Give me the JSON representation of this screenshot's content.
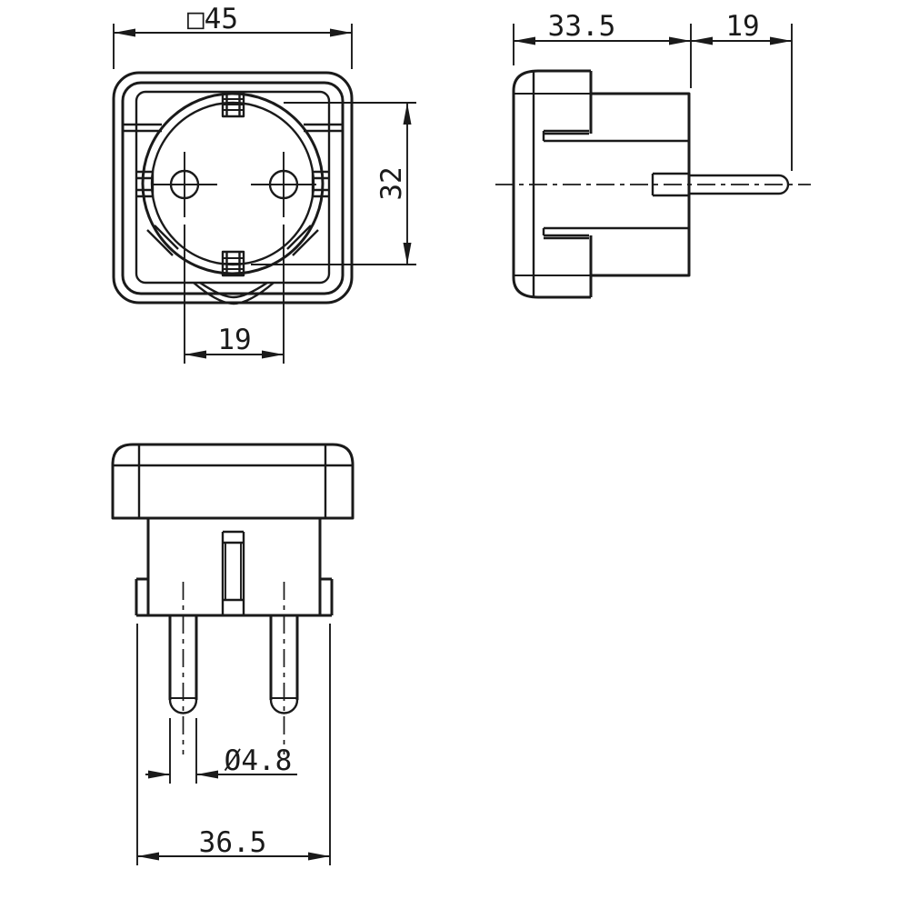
{
  "drawing": {
    "background_color": "#ffffff",
    "line_color": "#1a1a1a",
    "dimensions": {
      "front_width": "□45",
      "front_recess_height": "32",
      "front_pin_spacing": "19",
      "side_body_depth": "33.5",
      "side_pin_length": "19",
      "pin_diameter": "Ø4.8",
      "bottom_overall_width": "36.5"
    }
  }
}
